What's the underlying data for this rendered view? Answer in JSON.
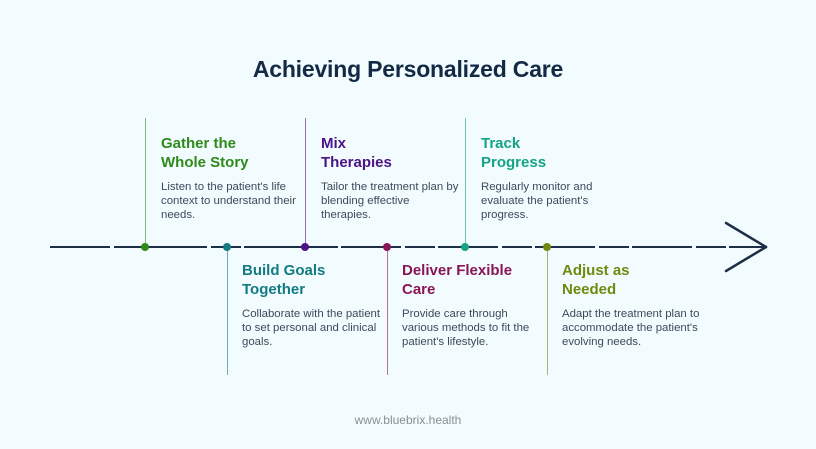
{
  "title": "Achieving Personalized Care",
  "footer": "www.bluebrix.health",
  "colors": {
    "background": "#f2fbfd",
    "title": "#132a45",
    "axis": "#1c2f47",
    "body_text": "#3b4a5c",
    "footer": "#8a8f94"
  },
  "steps": [
    {
      "title": "Gather the Whole Story",
      "title_lines": [
        "Gather the",
        "Whole Story"
      ],
      "text": "Listen to the patient's life context to understand their needs.",
      "color": "#2e8b1a",
      "position": "above"
    },
    {
      "title": "Build Goals Together",
      "title_lines": [
        "Build Goals",
        "Together"
      ],
      "text": "Collaborate with the patient to set personal and clinical goals.",
      "color": "#137b82",
      "position": "below"
    },
    {
      "title": "Mix Therapies",
      "title_lines": [
        "Mix",
        "Therapies"
      ],
      "text": "Tailor the treatment plan by blending effective therapies.",
      "color": "#4a1487",
      "position": "above"
    },
    {
      "title": "Deliver Flexible Care",
      "title_lines": [
        "Deliver Flexible",
        "Care"
      ],
      "text": "Provide care through various methods to fit the patient's lifestyle.",
      "color": "#8a1557",
      "position": "below"
    },
    {
      "title": "Track Progress",
      "title_lines": [
        "Track",
        "Progress"
      ],
      "text": "Regularly monitor and evaluate the patient's progress.",
      "color": "#14a385",
      "position": "above"
    },
    {
      "title": "Adjust as Needed",
      "title_lines": [
        "Adjust as",
        "Needed"
      ],
      "text": "Adapt the treatment plan to accommodate the patient's evolving needs.",
      "color": "#6f8a0f",
      "position": "below"
    }
  ]
}
